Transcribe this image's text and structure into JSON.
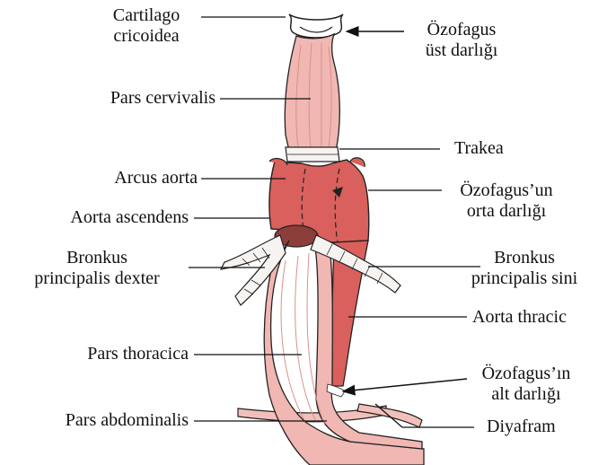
{
  "labels": {
    "cartilago_line1": "Cartilago",
    "cartilago_line2": "cricoidea",
    "pars_cervivalis": "Pars cervivalis",
    "arcus_aorta": "Arcus aorta",
    "aorta_ascendens": "Aorta ascendens",
    "bronkus_dexter_line1": "Bronkus",
    "bronkus_dexter_line2": "principalis dexter",
    "pars_thoracica": "Pars thoracica",
    "pars_abdominalis": "Pars abdominalis",
    "ozofagus_ust_line1": "Özofagus",
    "ozofagus_ust_line2": "üst darlığı",
    "trakea": "Trakea",
    "ozofagus_orta_line1": "Özofagus’un",
    "ozofagus_orta_line2": "orta darlığı",
    "bronkus_sini_line1": "Bronkus",
    "bronkus_sini_line2": "principalis sini",
    "aorta_thracic": "Aorta thracic",
    "ozofagus_alt_line1": "Özofagus’ın",
    "ozofagus_alt_line2": "alt darlığı",
    "diyafram": "Diyafram"
  },
  "colors": {
    "esophagus": "#f1b7b3",
    "esophagus_lines": "#d98f8c",
    "aorta": "#d9605c",
    "aorta_dark": "#8c3e3a",
    "bronchus": "#f7f3f1",
    "outline": "#222222"
  }
}
